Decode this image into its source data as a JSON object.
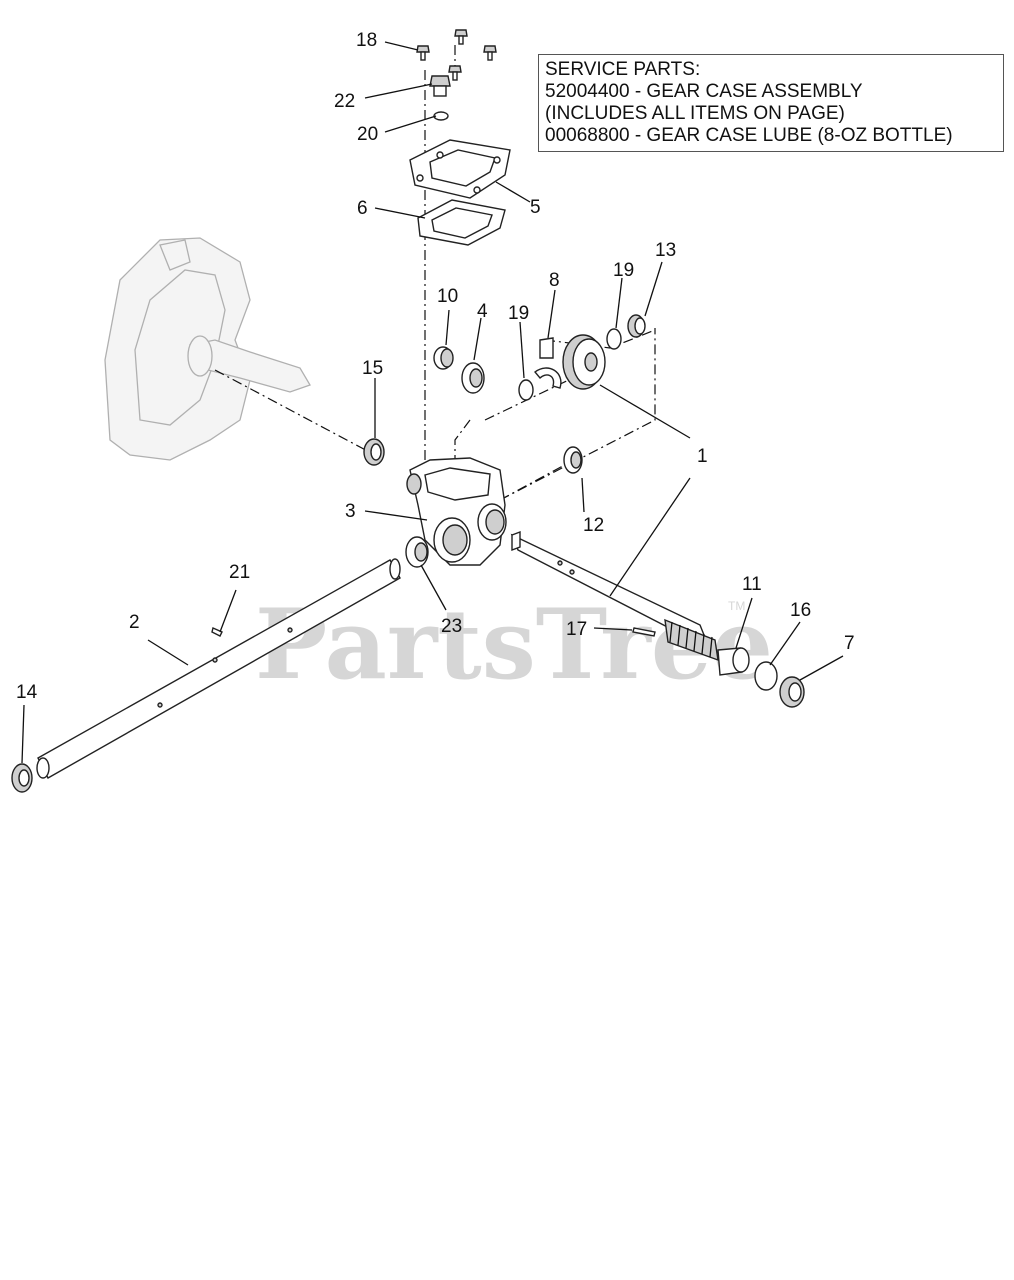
{
  "service_parts": {
    "heading": "SERVICE PARTS:",
    "line1": "52004400 - GEAR CASE ASSEMBLY",
    "line2": "(INCLUDES ALL ITEMS ON PAGE)",
    "line3": "00068800 - GEAR CASE LUBE (8-OZ BOTTLE)"
  },
  "watermark": {
    "text": "PartsTree",
    "tm": "TM"
  },
  "callouts": {
    "c1": "1",
    "c2": "2",
    "c3": "3",
    "c4": "4",
    "c5": "5",
    "c6": "6",
    "c7": "7",
    "c8": "8",
    "c10": "10",
    "c11": "11",
    "c12": "12",
    "c13": "13",
    "c14": "14",
    "c15": "15",
    "c16": "16",
    "c17": "17",
    "c18": "18",
    "c19a": "19",
    "c19b": "19",
    "c20": "20",
    "c21": "21",
    "c22": "22",
    "c23": "23"
  }
}
